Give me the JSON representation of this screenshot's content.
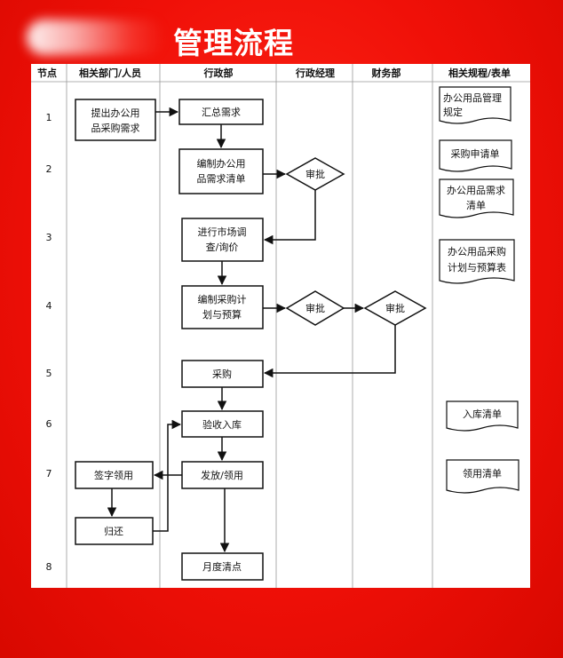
{
  "header": {
    "title": "管理流程"
  },
  "columns": [
    "节点",
    "相关部门/人员",
    "行政部",
    "行政经理",
    "财务部",
    "相关规程/表单"
  ],
  "nodes": [
    "1",
    "2",
    "3",
    "4",
    "5",
    "6",
    "7",
    "8"
  ],
  "process": {
    "request": [
      "提出办公用",
      "品采购需求"
    ],
    "summary": [
      "汇总需求"
    ],
    "compile_list": [
      "编制办公用",
      "品需求清单"
    ],
    "approve_1": "审批",
    "market_survey": [
      "进行市场调",
      "查/询价"
    ],
    "plan_budget": [
      "编制采购计",
      "划与预算"
    ],
    "approve_2": "审批",
    "approve_3": "审批",
    "purchase": [
      "采购"
    ],
    "inspect": [
      "验收入库"
    ],
    "sign_receive": [
      "签字领用"
    ],
    "issue": [
      "发放/领用"
    ],
    "return": [
      "归还"
    ],
    "monthly": [
      "月度清点"
    ]
  },
  "documents": {
    "regulation": [
      "办公用品管理",
      "规定"
    ],
    "purchase_form": [
      "采购申请单"
    ],
    "demand_list": [
      "办公用品需求",
      "清单"
    ],
    "plan_table": [
      "办公用品采购",
      "计划与预算表"
    ],
    "warehouse_list": [
      "入库清单"
    ],
    "receive_list": [
      "领用清单"
    ]
  }
}
